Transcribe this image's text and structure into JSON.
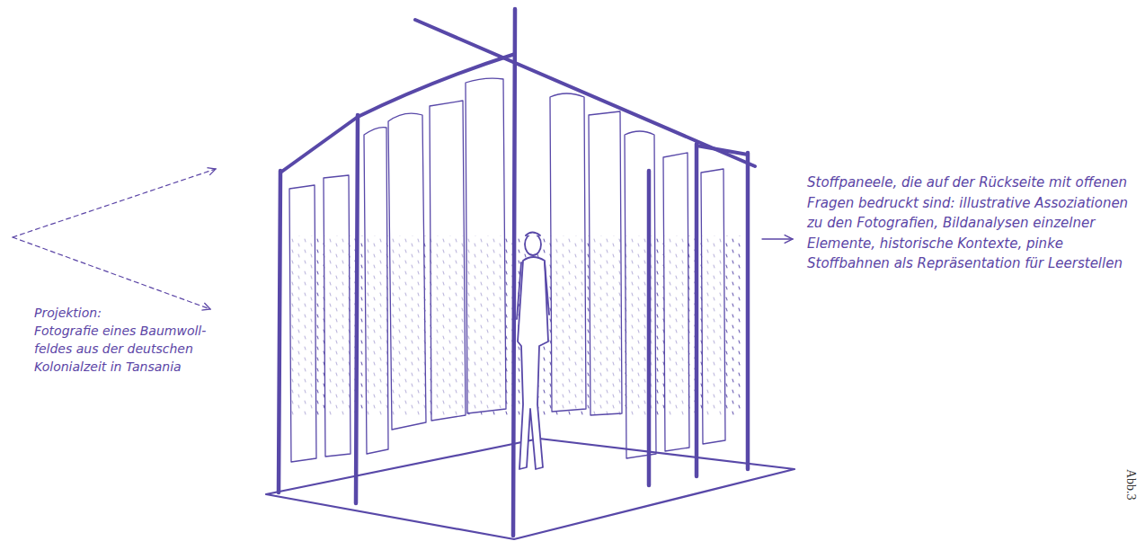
{
  "diagram": {
    "labels": [
      "Projektion:",
      "Fotografie eines Baumwoll-feldes aus der deutschen Kolonialzeit in Tansania",
      "Stoffpaneele, die auf der Rückseite mit offenen Fragen bedruckt sind: illustrative Assoziationen zu den Fotografien, Bildanalysen einzelner Elemente, historische Kontexte, pinke Stoffbahnen als Repräsentation für Leerstellen",
      "Abb.3"
    ]
  }
}
